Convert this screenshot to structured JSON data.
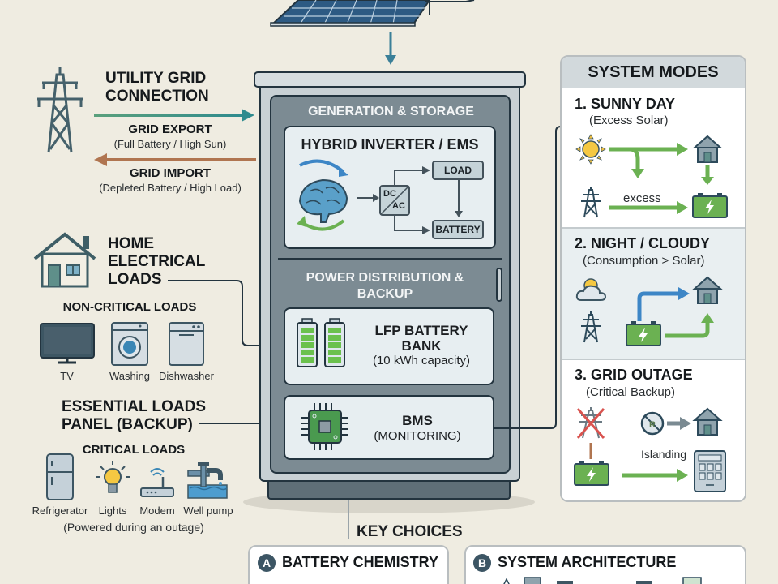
{
  "diagram": {
    "grid": {
      "title_line1": "UTILITY GRID",
      "title_line2": "CONNECTION",
      "export_label": "GRID EXPORT",
      "export_note": "(Full Battery / High Sun)",
      "import_label": "GRID IMPORT",
      "import_note": "(Depleted Battery / High Load)",
      "export_color": "#3f8f7e",
      "import_color": "#b07550"
    },
    "home": {
      "title_line1": "HOME",
      "title_line2": "ELECTRICAL",
      "title_line3": "LOADS",
      "noncritical_title": "NON-CRITICAL LOADS",
      "noncritical_items": [
        "TV",
        "Washing",
        "Dishwasher"
      ]
    },
    "essential": {
      "title_line1": "ESSENTIAL LOADS",
      "title_line2": "PANEL (BACKUP)",
      "critical_title": "CRITICAL LOADS",
      "critical_items": [
        "Refrigerator",
        "Lights",
        "Modem",
        "Well pump"
      ],
      "note": "(Powered during an outage)"
    },
    "cabinet": {
      "gen_section_title": "GENERATION & STORAGE",
      "inverter_title": "HYBRID INVERTER / EMS",
      "dc_label": "DC",
      "ac_label": "AC",
      "load_label": "LOAD",
      "battery_label": "BATTERY",
      "dist_section_title_line1": "POWER DISTRIBUTION &",
      "dist_section_title_line2": "BACKUP",
      "battery_bank_line1": "LFP BATTERY",
      "battery_bank_line2": "BANK",
      "battery_bank_capacity": "(10 kWh capacity)",
      "bms_title": "BMS",
      "bms_sub": "(MONITORING)"
    },
    "modes": {
      "title": "SYSTEM MODES",
      "items": [
        {
          "title": "1. SUNNY DAY",
          "subtitle": "(Excess Solar)",
          "flow_label": "excess"
        },
        {
          "title": "2. NIGHT / CLOUDY",
          "subtitle": "(Consumption > Solar)"
        },
        {
          "title": "3. GRID OUTAGE",
          "subtitle": "(Critical Backup)",
          "flow_label": "Islanding"
        }
      ]
    },
    "key_choices": {
      "title": "KEY CHOICES",
      "cards": [
        {
          "badge": "A",
          "label": "BATTERY CHEMISTRY"
        },
        {
          "badge": "B",
          "label": "SYSTEM ARCHITECTURE"
        }
      ]
    },
    "colors": {
      "background": "#efece1",
      "outline": "#23343f",
      "accent_blue": "#3d86c6",
      "accent_green": "#6bb152",
      "cabinet_inner": "#7c8b93"
    }
  }
}
